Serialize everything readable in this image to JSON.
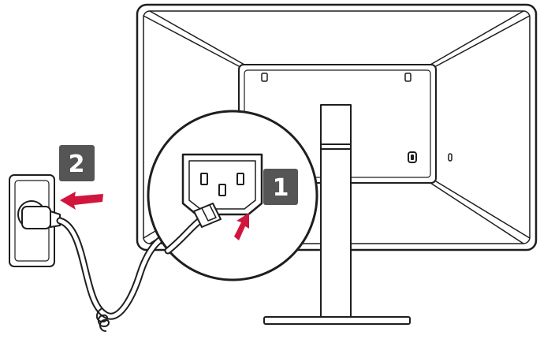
{
  "steps": [
    {
      "number": "1",
      "action": "connect-power-cord-to-monitor"
    },
    {
      "number": "2",
      "action": "plug-power-cord-into-wall-outlet"
    }
  ],
  "colors": {
    "line": "#1e1e1e",
    "arrow": "#d0163c",
    "badge": "#555555",
    "badge_text": "#ffffff",
    "background": "#ffffff"
  }
}
